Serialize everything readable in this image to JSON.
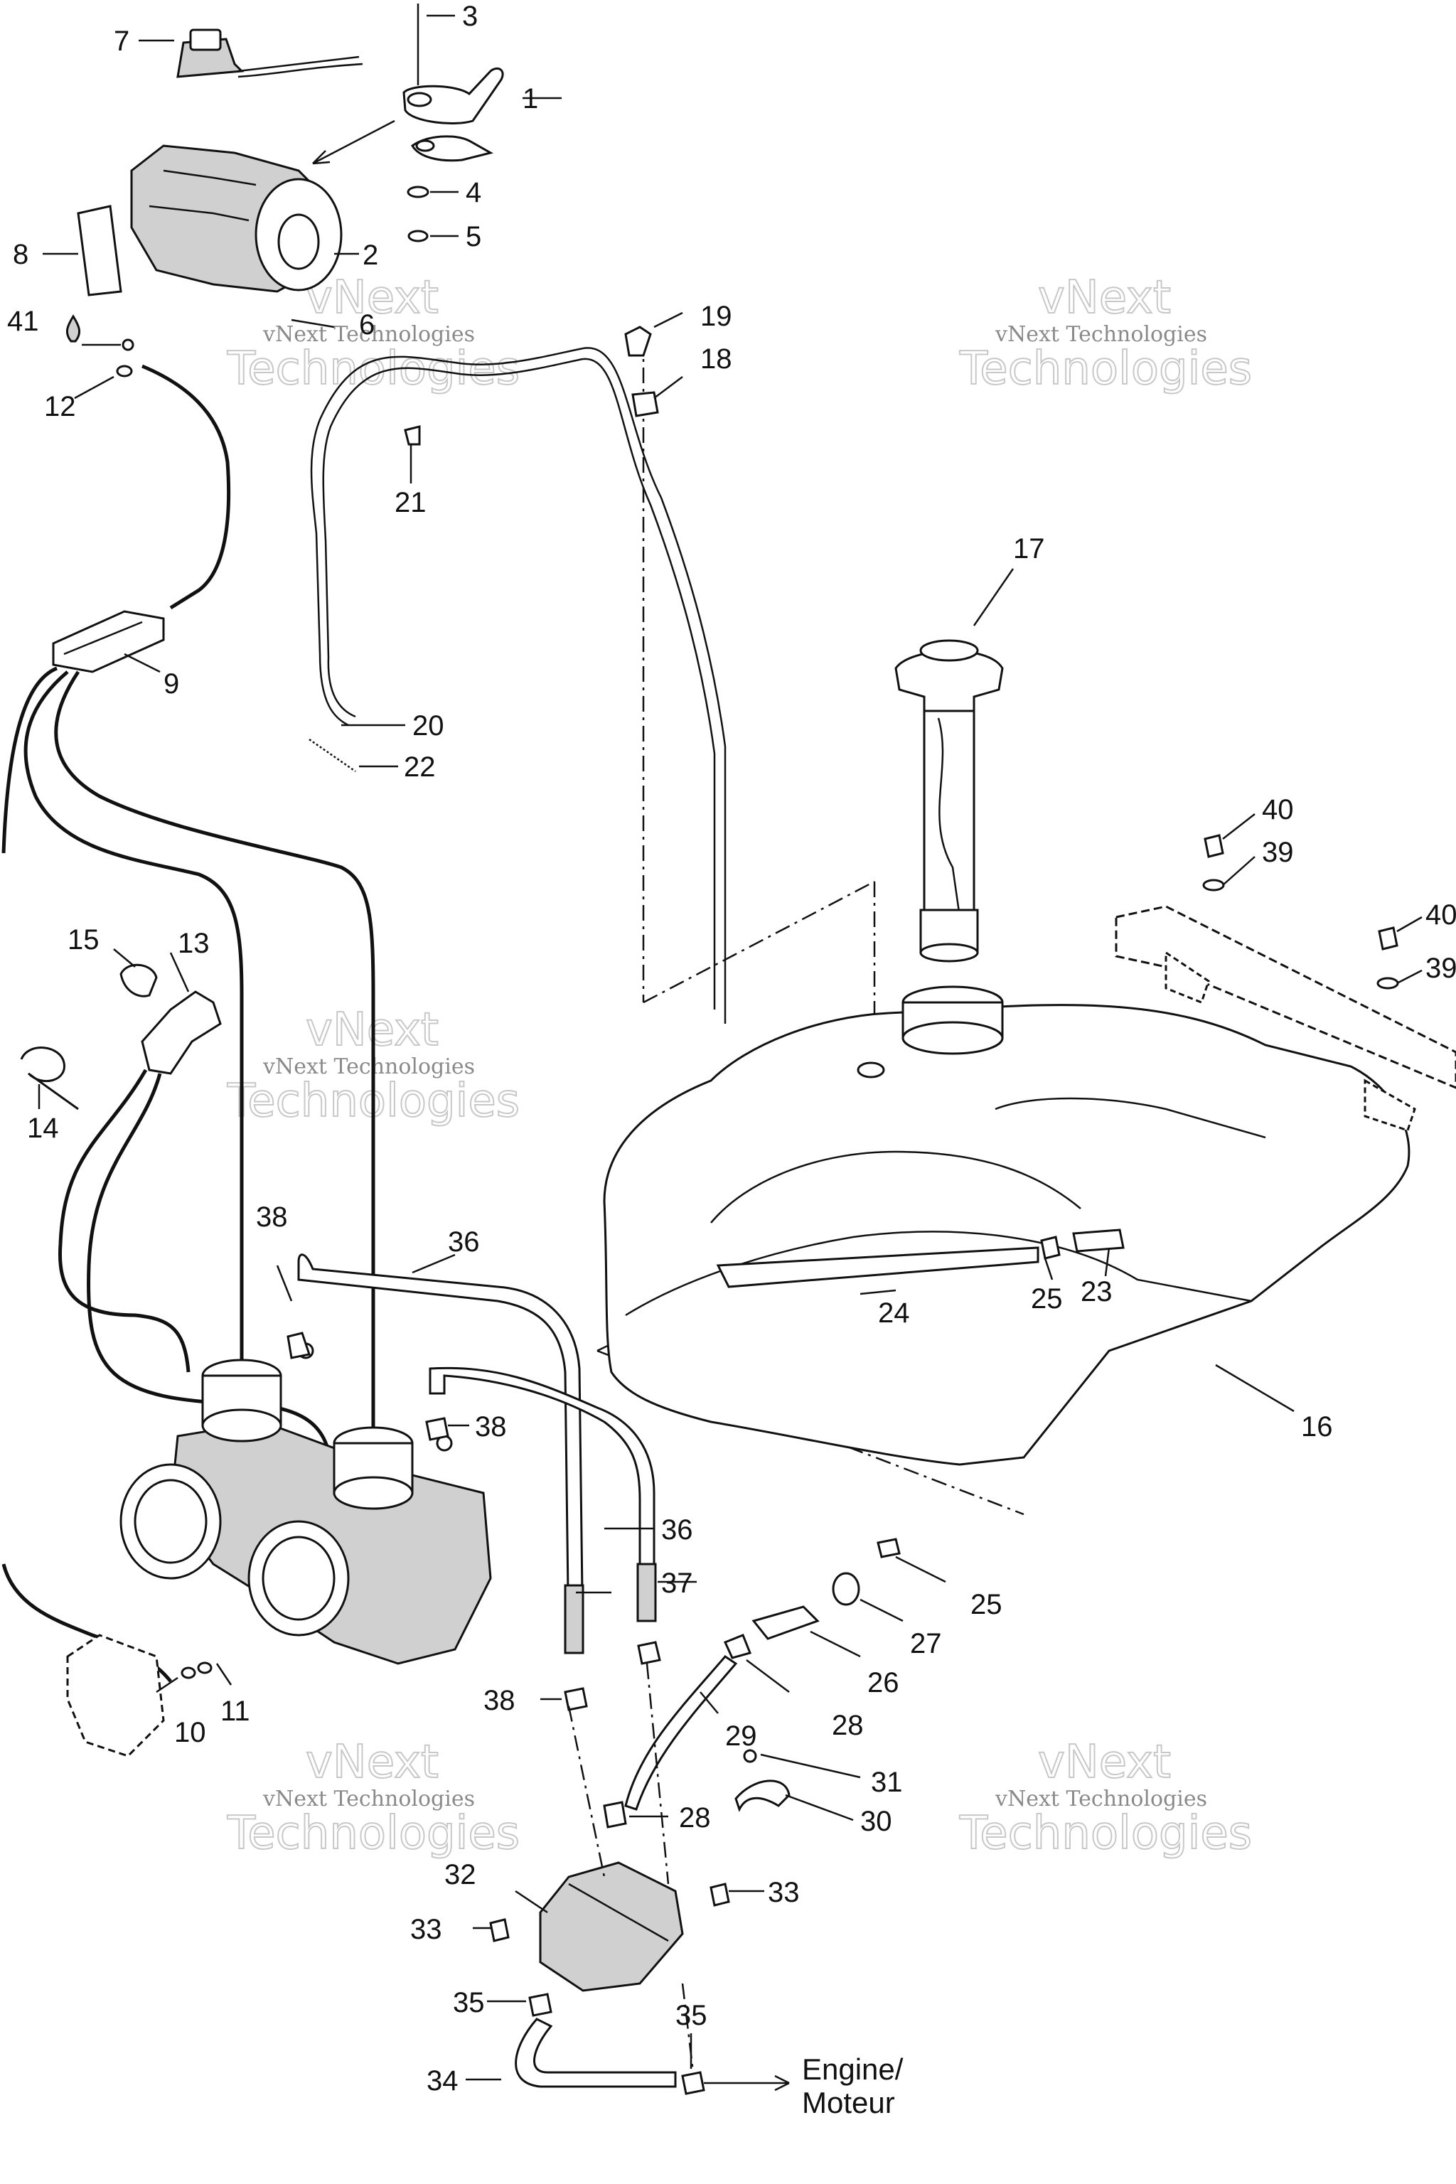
{
  "diagram": {
    "callouts": [
      {
        "id": "c1",
        "text": "1"
      },
      {
        "id": "c2",
        "text": "2"
      },
      {
        "id": "c3",
        "text": "3"
      },
      {
        "id": "c4",
        "text": "4"
      },
      {
        "id": "c5",
        "text": "5"
      },
      {
        "id": "c6",
        "text": "6"
      },
      {
        "id": "c7",
        "text": "7"
      },
      {
        "id": "c8",
        "text": "8"
      },
      {
        "id": "c9",
        "text": "9"
      },
      {
        "id": "c10",
        "text": "10"
      },
      {
        "id": "c11",
        "text": "11"
      },
      {
        "id": "c12",
        "text": "12"
      },
      {
        "id": "c13",
        "text": "13"
      },
      {
        "id": "c14",
        "text": "14"
      },
      {
        "id": "c15",
        "text": "15"
      },
      {
        "id": "c16",
        "text": "16"
      },
      {
        "id": "c17",
        "text": "17"
      },
      {
        "id": "c18",
        "text": "18"
      },
      {
        "id": "c19",
        "text": "19"
      },
      {
        "id": "c20",
        "text": "20"
      },
      {
        "id": "c21",
        "text": "21"
      },
      {
        "id": "c22",
        "text": "22"
      },
      {
        "id": "c23",
        "text": "23"
      },
      {
        "id": "c24",
        "text": "24"
      },
      {
        "id": "c25a",
        "text": "25"
      },
      {
        "id": "c25b",
        "text": "25"
      },
      {
        "id": "c26",
        "text": "26"
      },
      {
        "id": "c27",
        "text": "27"
      },
      {
        "id": "c28a",
        "text": "28"
      },
      {
        "id": "c28b",
        "text": "28"
      },
      {
        "id": "c29",
        "text": "29"
      },
      {
        "id": "c30",
        "text": "30"
      },
      {
        "id": "c31",
        "text": "31"
      },
      {
        "id": "c32",
        "text": "32"
      },
      {
        "id": "c33a",
        "text": "33"
      },
      {
        "id": "c33b",
        "text": "33"
      },
      {
        "id": "c34",
        "text": "34"
      },
      {
        "id": "c35a",
        "text": "35"
      },
      {
        "id": "c35b",
        "text": "35"
      },
      {
        "id": "c36a",
        "text": "36"
      },
      {
        "id": "c36b",
        "text": "36"
      },
      {
        "id": "c37",
        "text": "37"
      },
      {
        "id": "c38a",
        "text": "38"
      },
      {
        "id": "c38b",
        "text": "38"
      },
      {
        "id": "c38c",
        "text": "38"
      },
      {
        "id": "c39a",
        "text": "39"
      },
      {
        "id": "c39b",
        "text": "39"
      },
      {
        "id": "c40a",
        "text": "40"
      },
      {
        "id": "c40b",
        "text": "40"
      },
      {
        "id": "c41",
        "text": "41"
      }
    ],
    "destination_label_line1": "Engine/",
    "destination_label_line2": "Moteur",
    "watermark_line1": "vNext Technologies",
    "watermark_line2": "vNext",
    "watermark_line3": "Technologies"
  }
}
